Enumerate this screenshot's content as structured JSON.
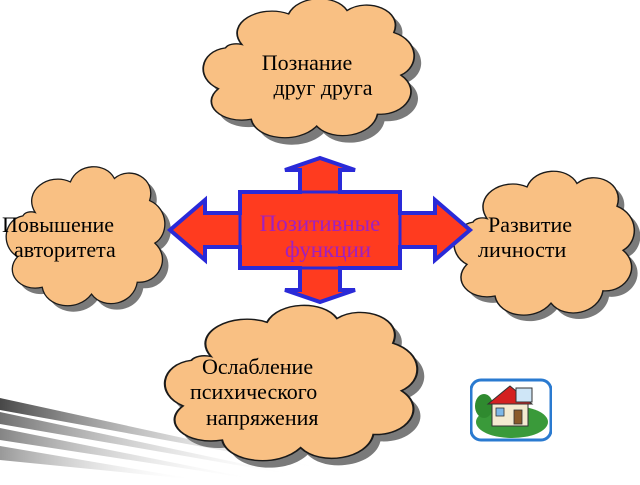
{
  "diagram": {
    "center": {
      "line1": "Позитивные",
      "line2": "функции"
    },
    "nodes": {
      "top": {
        "line1": "Познание",
        "line2": "друг друга"
      },
      "left": {
        "line1": "Повышение",
        "line2": "авторитета"
      },
      "right": {
        "line1": "Развитие",
        "line2": "личности"
      },
      "bottom": {
        "line1": "Ослабление",
        "line2": "психического",
        "line3": "напряжения"
      }
    }
  },
  "colors": {
    "cloud_fill": "#f9c083",
    "cloud_stroke": "#1a1a1a",
    "cloud_shadow": "#7a7a7a",
    "arrow_fill": "#ff3b1f",
    "arrow_stroke": "#2a2ad8",
    "center_text": "#a020c0",
    "background": "#ffffff"
  },
  "icons": {
    "corner_button": "home-icon"
  }
}
